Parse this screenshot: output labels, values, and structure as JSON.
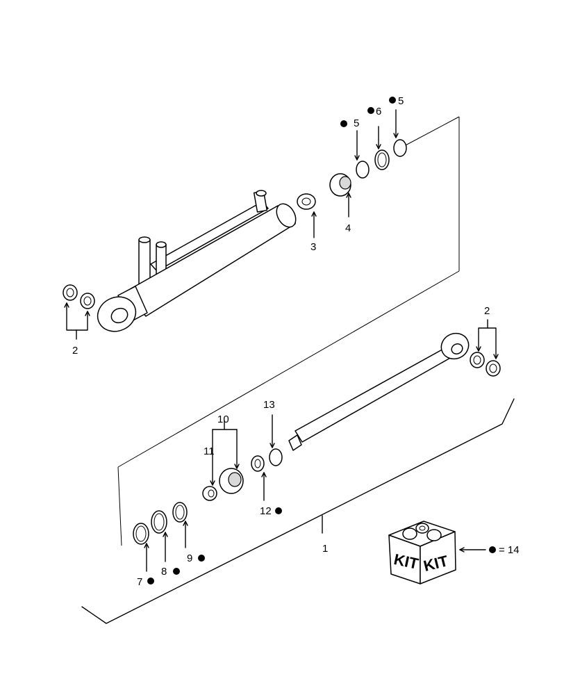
{
  "callouts": {
    "c1": "1",
    "c2a": "2",
    "c2b": "2",
    "c3": "3",
    "c4": "4",
    "c5a": "5",
    "c5b": "5",
    "c6": "6",
    "c7": "7",
    "c8": "8",
    "c9": "9",
    "c10": "10",
    "c11": "11",
    "c12": "12",
    "c13": "13",
    "c14": "= 14"
  },
  "kit": {
    "front_left": "KIT",
    "front_right": "KIT"
  },
  "colors": {
    "line": "#000000",
    "background": "#ffffff"
  }
}
